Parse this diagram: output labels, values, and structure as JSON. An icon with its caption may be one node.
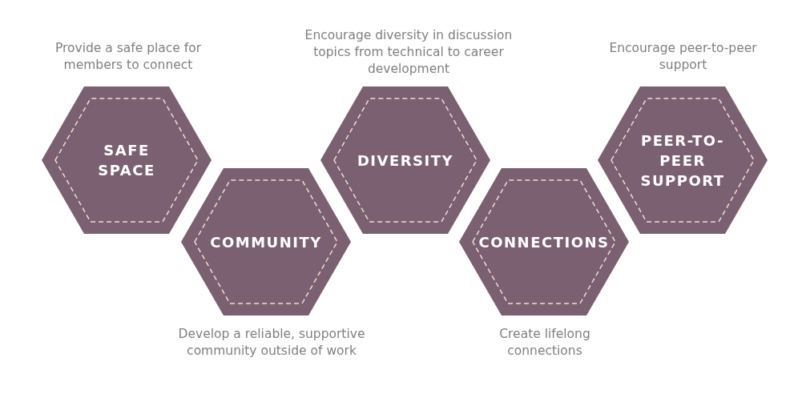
{
  "diagram": {
    "nodes": [
      {
        "text": [
          "SAFE SPACE"
        ],
        "beside": [
          "Provide a safe place for members to connect"
        ]
      },
      {
        "text": [
          "COMMUNITY"
        ],
        "beside": [
          "Develop a reliable, supportive community outside of work"
        ]
      },
      {
        "text": [
          "DIVERSITY"
        ],
        "beside": [
          "Encourage diversity in discussion topics from technical to career development"
        ]
      },
      {
        "text": [
          "CONNECTIONS"
        ],
        "beside": [
          "Create lifelong connections"
        ]
      },
      {
        "text": [
          "PEER-TO-PEER SUPPORT"
        ],
        "beside": [
          "Encourage peer-to-peer support"
        ]
      }
    ]
  }
}
